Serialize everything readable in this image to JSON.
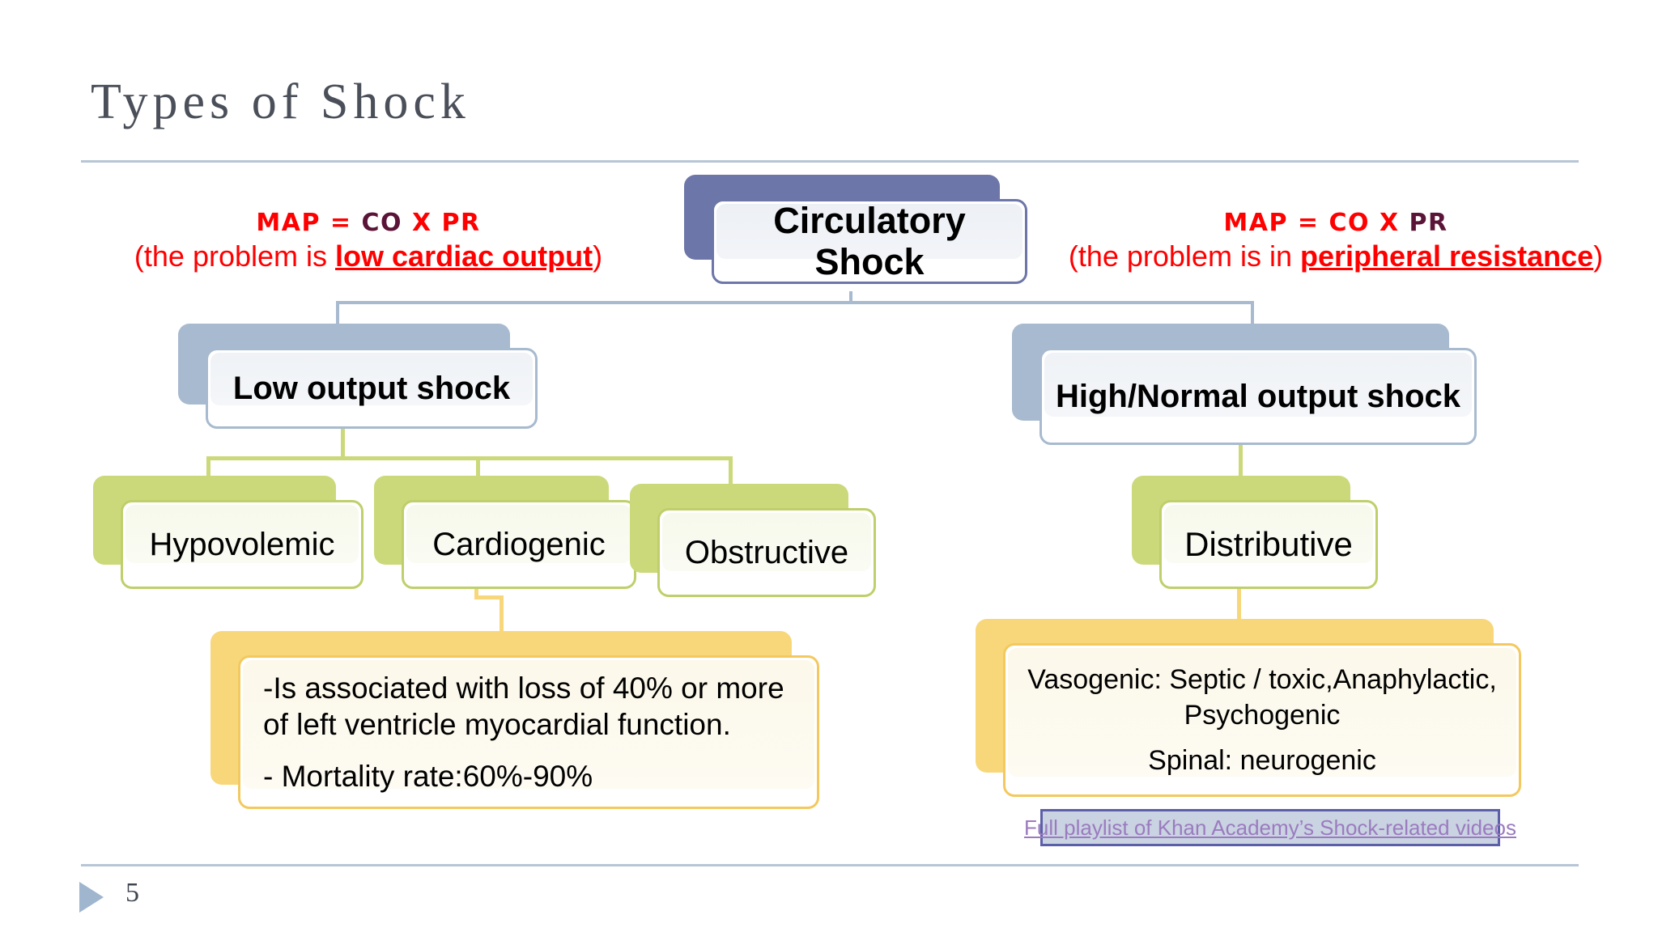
{
  "slide": {
    "title": "Types of Shock",
    "page_number": "5"
  },
  "captions": {
    "left": {
      "formula_prefix": "MAP = ",
      "formula_highlight": "CO",
      "formula_suffix": " X PR",
      "problem_prefix": "(the problem is ",
      "problem_emphasis": "low cardiac output",
      "problem_suffix": ")",
      "color": "#FF0000",
      "highlight_color": "#5A1437"
    },
    "right": {
      "formula_prefix": "MAP = CO X ",
      "formula_highlight": "PR",
      "formula_suffix": "",
      "problem_prefix": "(the problem is in ",
      "problem_emphasis": "peripheral resistance",
      "problem_suffix": ")",
      "color": "#FF0000",
      "highlight_color": "#5A1437"
    }
  },
  "diagram": {
    "root": {
      "label": "Circulatory Shock",
      "color": "#6D76A8"
    },
    "branches": [
      {
        "label": "Low output shock",
        "color": "#A8BACF"
      },
      {
        "label": "High/Normal output shock",
        "color": "#A8BACF"
      }
    ],
    "low_output_children": [
      {
        "label": "Hypovolemic",
        "color": "#CCD97A"
      },
      {
        "label": "Cardiogenic",
        "color": "#CCD97A"
      },
      {
        "label": "Obstructive",
        "color": "#CCD97A"
      }
    ],
    "high_output_children": [
      {
        "label": "Distributive",
        "color": "#CCD97A"
      }
    ],
    "notes": {
      "cardiogenic": {
        "line1": "-Is associated with loss of 40% or more of left ventricle myocardial function.",
        "line2": "- Mortality rate:60%-90%",
        "color": "#F8D77B"
      },
      "distributive": {
        "line1": "Vasogenic: Septic / toxic,Anaphylactic, Psychogenic",
        "line2": "Spinal: neurogenic",
        "color": "#F8D77B"
      }
    }
  },
  "link": {
    "label": "Full playlist of Khan Academy’s Shock-related videos",
    "text_color": "#9B7BBF",
    "background": "#C9D3E2",
    "border_color": "#5B5FA8"
  }
}
